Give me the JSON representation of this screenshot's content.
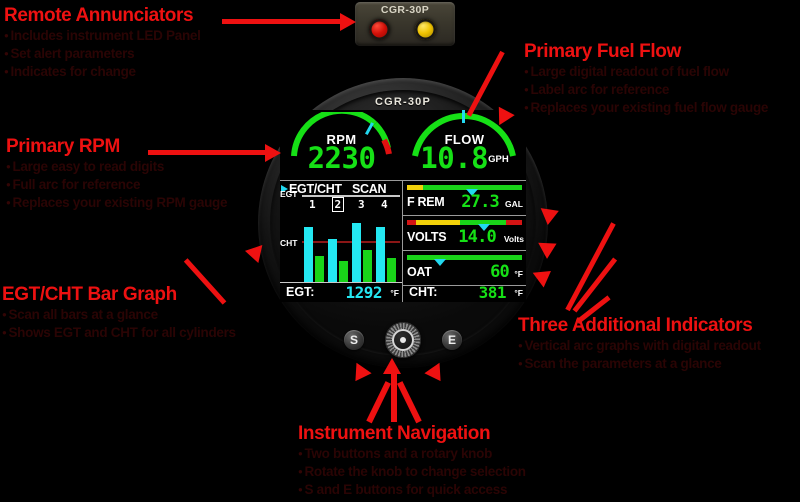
{
  "annunciator": {
    "title": "CGR-30P",
    "leds": [
      {
        "name": "red-warning-led",
        "color": "#d21008"
      },
      {
        "name": "amber-caution-led",
        "color": "#f0c400"
      }
    ]
  },
  "instrument": {
    "nameplate": "CGR-30P",
    "gauges": [
      {
        "label": "RPM",
        "value": "2230",
        "unit": "",
        "needle_pct": 62,
        "arc": "green-with-red-top"
      },
      {
        "label": "FLOW",
        "value": "10.8",
        "unit": "GPH",
        "needle_pct": 50,
        "arc": "all-green"
      }
    ],
    "egt_cht_panel": {
      "header_left": "EGT/CHT",
      "header_right": "SCAN",
      "cylinders": [
        "1",
        "2",
        "3",
        "4"
      ],
      "selected_cylinder": "2",
      "axis_egt_label": "EGT",
      "axis_cht_label": "CHT",
      "egt_bars": [
        80,
        62,
        86,
        80
      ],
      "cht_bars": [
        38,
        30,
        47,
        34
      ],
      "readout": {
        "label": "EGT:",
        "value": "1292",
        "unit": "°F",
        "color": "#24e8f2"
      }
    },
    "indicators": [
      {
        "name": "F REM",
        "value": "27.3",
        "unit": "GAL",
        "marker_pct": 56,
        "segments": [
          {
            "color": "#f2d10a",
            "pct": 14
          },
          {
            "color": "#19d419",
            "pct": 86
          }
        ]
      },
      {
        "name": "VOLTS",
        "value": "14.0",
        "unit": "Volts",
        "marker_pct": 66,
        "segments": [
          {
            "color": "#d41414",
            "pct": 8
          },
          {
            "color": "#f2d10a",
            "pct": 38
          },
          {
            "color": "#19d419",
            "pct": 40
          },
          {
            "color": "#d41414",
            "pct": 14
          }
        ]
      },
      {
        "name": "OAT",
        "value": "60",
        "unit": "°F",
        "marker_pct": 30,
        "segments": [
          {
            "color": "#19d419",
            "pct": 100
          }
        ]
      }
    ],
    "cht_readout": {
      "label": "CHT:",
      "value": "381",
      "unit": "°F",
      "color": "#16e016"
    },
    "buttons": {
      "left": "S",
      "right": "E",
      "knob": "rotary-knob"
    }
  },
  "callouts": {
    "remote_annunciators": {
      "heading": "Remote Annunciators",
      "bullets": [
        "Includes instrument LED Panel",
        "Set alert parameters",
        "Indicates for change"
      ]
    },
    "primary_fuel_flow": {
      "heading": "Primary Fuel Flow",
      "bullets": [
        "Large digital readout of fuel flow",
        "Label arc for reference",
        "Replaces your existing fuel flow gauge"
      ]
    },
    "primary_rpm": {
      "heading": "Primary RPM",
      "bullets": [
        "Large easy to read digits",
        "Full arc for reference",
        "Replaces your existing RPM gauge"
      ]
    },
    "egt_cht_bar_graph": {
      "heading": "EGT/CHT Bar Graph",
      "bullets": [
        "Scan all bars at a glance",
        "Shows EGT and CHT for all cylinders"
      ]
    },
    "three_additional_indicators": {
      "heading": "Three Additional Indicators",
      "bullets": [
        "Vertical arc graphs with digital readout",
        "Scan the parameters at a glance"
      ]
    },
    "instrument_navigation": {
      "heading": "Instrument Navigation",
      "bullets": [
        "Two buttons and a rotary knob",
        "Rotate the knob to change selection",
        "S and E buttons for quick access"
      ]
    }
  }
}
